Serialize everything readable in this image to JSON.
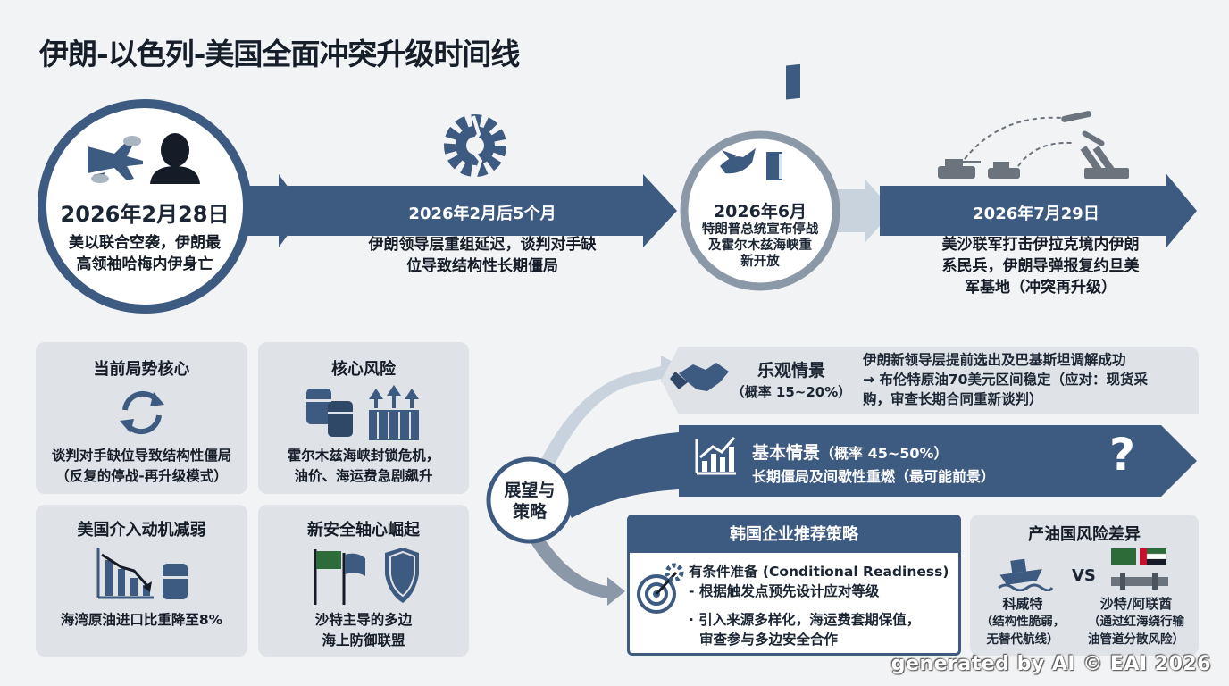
{
  "title": "伊朗-以色列-美国全面冲突升级时间线",
  "colors": {
    "navy": "#3d5a80",
    "card_bg": "#dfe2e7",
    "light_arrow": "#c9d3de",
    "page_bg": "#f2f3f5"
  },
  "timeline": [
    {
      "date": "2026年2月28日",
      "desc": [
        "美以联合空袭，伊朗最",
        "高领袖哈梅内伊身亡"
      ],
      "icons": [
        "fighter-jet-icon",
        "person-silhouette-icon"
      ]
    },
    {
      "date": "2026年2月后5个月",
      "desc": [
        "伊朗领导层重组延迟，谈判对手缺",
        "位导致结构性长期僵局"
      ],
      "icons": [
        "broken-gear-icon"
      ]
    },
    {
      "date": "2026年6月",
      "desc": [
        "特朗普总统宣布停战",
        "及霍尔木兹海峡重",
        "新开放"
      ],
      "icons": [
        "dove-icon",
        "door-icon"
      ]
    },
    {
      "date": "2026年7月29日",
      "desc": [
        "美沙联军打击伊拉克境内伊朗",
        "系民兵，伊朗导弹报复约旦美",
        "军基地（冲突再升级）"
      ],
      "icons": [
        "tank-icon",
        "missile-icon",
        "missile-launcher-icon"
      ]
    }
  ],
  "cards": [
    {
      "title": "当前局势核心",
      "lines": [
        "谈判对手缺位导致结构性僵局",
        "（反复的停战-再升级模式）"
      ],
      "icon": "cycle-arrows-icon"
    },
    {
      "title": "核心风险",
      "lines": [
        "霍尔木兹海峡封锁危机，",
        "油价、海运费急剧飙升"
      ],
      "icon": "oil-barrels-container-icon"
    },
    {
      "title": "美国介入动机减弱",
      "lines": [
        "海湾原油进口比重降至8%"
      ],
      "icon": "declining-chart-icon"
    },
    {
      "title": "新安全轴心崛起",
      "lines": [
        "沙特主导的多边",
        "海上防御联盟"
      ],
      "icon": "flags-shield-icon"
    }
  ],
  "outlook": {
    "hub_label": [
      "展望与",
      "策略"
    ],
    "optimistic": {
      "title": "乐观情景",
      "prob": "（概率 15~20%）",
      "desc": [
        "伊朗新领导层提前选出及巴基斯坦调解成功",
        "→ 布伦特原油70美元区间稳定（应对：现货采",
        "购，审查长期合同重新谈判）"
      ],
      "icon": "handshake-icon"
    },
    "base": {
      "title": "基本情景",
      "prob": "（概率 45~50%）",
      "desc": "长期僵局及间歇性重燃（最可能前景）",
      "mark": "?",
      "icon": "rising-chart-icon"
    },
    "korea": {
      "header": "韩国企业推荐策略",
      "lines": [
        "有条件准备 (Conditional Readiness)",
        "- 根据触发点预先设计应对等级",
        "· 引入来源多样化，海运费套期保值，",
        "审查参与多边安全合作"
      ],
      "icon": "gear-target-icon"
    },
    "risk": {
      "title": "产油国风险差异",
      "vs": "VS",
      "left": {
        "name": "科威特",
        "note": [
          "（结构性脆弱，",
          "无替代航线）"
        ],
        "icon": "sinking-ship-icon"
      },
      "right": {
        "name": "沙特/阿联酋",
        "note": [
          "（通过红海绕行输",
          "油管道分散风险）"
        ],
        "icon": "flags-pipeline-icon"
      }
    }
  },
  "watermark": "generated by AI © EAI 2026"
}
